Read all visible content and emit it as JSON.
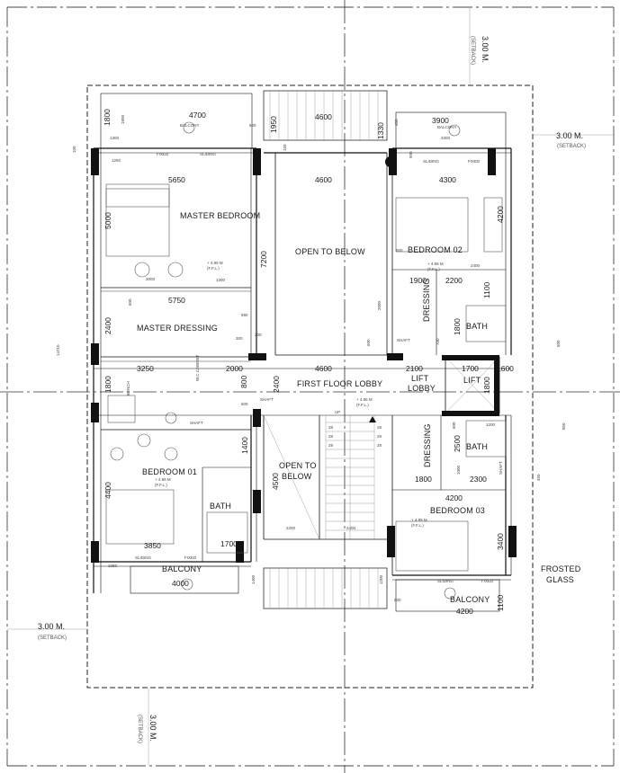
{
  "rooms": {
    "master_bedroom": "MASTER BEDROOM",
    "open_to_below_top": "OPEN TO BELOW",
    "bedroom_02": "BEDROOM 02",
    "master_dressing": "MASTER DRESSING",
    "dressing_top": "DRESSING",
    "bath_top": "BATH",
    "first_floor_lobby": "FIRST FLOOR LOBBY",
    "lift_lobby_1": "LIFT",
    "lift_lobby_2": "LOBBY",
    "lift": "LIFT",
    "dressing_bottom": "DRESSING",
    "bath_right": "BATH",
    "bedroom_01": "BEDROOM 01",
    "open_to_below_bottom_1": "OPEN TO",
    "open_to_below_bottom_2": "BELOW",
    "bath_left": "BATH",
    "bedroom_03": "BEDROOM 03",
    "balcony_left": "BALCONY",
    "balcony_right": "BALCONY",
    "balcony_top_left": "BALCONY",
    "balcony_top_right": "BALCONY",
    "frosted_1": "FROSTED",
    "frosted_2": "GLASS",
    "shaft_1": "SHAFT",
    "shaft_2": "SHAFT",
    "shaft_3": "SHAFT",
    "shaft_4": "SHAFT",
    "up": "UP",
    "fixed_1": "FIXED",
    "sliding_1": "SLIDING",
    "sliding_2": "SLIDING",
    "fixed_2": "FIXED",
    "sliding_3": "SLIDING",
    "fixed_3": "FIXED",
    "sliding_4": "SLIDING",
    "fixed_4": "FIXED",
    "wc_cabinet": "W.C CABINET",
    "bench": "BENCH",
    "level_1_a": "+ 4.95 M",
    "level_1_b": "(F.F.L.)",
    "level_2_a": "+ 4.95 M",
    "level_2_b": "(F.F.L.)",
    "level_3_a": "+ 4.95 M",
    "level_3_b": "(F.F.L.)",
    "level_4_a": "+ 4.95 M",
    "level_4_b": "(F.F.L.)",
    "level_5_a": "+ 4.95 M",
    "level_5_b": "(F.F.L.)"
  },
  "setbacks": {
    "top_value": "3.00 M.",
    "top_label": "(SETBACK)",
    "right_value": "3.00 M.",
    "right_label": "(SETBACK)",
    "left_value": "3.00 M.",
    "left_label": "(SETBACK)",
    "bottom_value": "3.00 M.",
    "bottom_label": "(SETBACK)"
  },
  "dims": {
    "d4700": "4700",
    "d1800a": "1800",
    "d1800b": "1800",
    "d600a": "600",
    "d1950": "1950",
    "d4600a": "4600",
    "d1330": "1330",
    "d400": "400",
    "d3900": "3900",
    "d3300": "3300",
    "d1300": "1300",
    "d1250": "1250",
    "d100": "100",
    "d150": "150",
    "d500": "500",
    "d5650": "5650",
    "d4600b": "4600",
    "d4300": "4300",
    "d5000": "5000",
    "d4200a": "4200",
    "d7200": "7200",
    "d600b": "600",
    "d2400a": "2400",
    "d3000": "3000",
    "d1300b": "1300",
    "d1900": "1900",
    "d2200a": "2200",
    "d5750": "5750",
    "d600c": "600",
    "d2400b": "2400",
    "d1100a": "1100",
    "d2000b": "2000",
    "d1800c": "1800",
    "d590": "590",
    "d200": "200",
    "d300": "300",
    "d600d": "600",
    "d700": "700",
    "d600e": "600",
    "d14710": "14710",
    "d3250": "3250",
    "d2000": "2000",
    "d4600c": "4600",
    "d2100": "2100",
    "d1700a": "1700",
    "d1600": "1600",
    "d1800d": "1800",
    "d2400c": "2400",
    "d800": "800",
    "d1800e": "1800",
    "d600f": "600",
    "d1200": "1200",
    "d600g": "600",
    "d2500": "2500",
    "d1400": "1400",
    "d1000": "1000",
    "d1800f": "1800",
    "d2300": "2300",
    "d450": "450",
    "d4500": "4500",
    "d4400": "4400",
    "d4200b": "4200",
    "d2200b": "2200",
    "d2400d": "2400",
    "d3400": "3400",
    "d3850": "3850",
    "d1700b": "1700",
    "d1050": "1050",
    "d1400b": "1400",
    "d1200b": "1200",
    "d4000": "4000",
    "d900": "900",
    "d4200c": "4200",
    "d1100b": "1100",
    "d850": "850",
    "s28a": "28",
    "s28b": "28",
    "s28c": "28",
    "s28d": "28",
    "s28e": "28",
    "s28f": "28"
  }
}
